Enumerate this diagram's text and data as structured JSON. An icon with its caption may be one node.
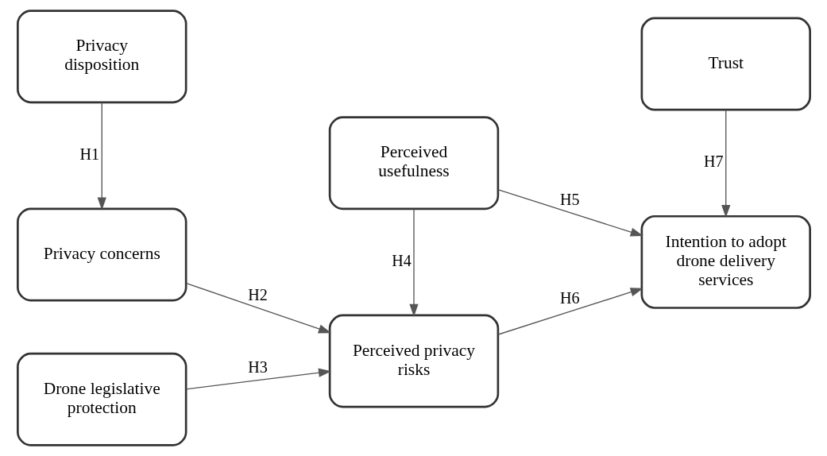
{
  "diagram": {
    "nodes": [
      {
        "text": [
          "Privacy disposition"
        ]
      },
      {
        "text": [
          "Privacy concerns"
        ]
      },
      {
        "text": [
          "Drone legislative protection"
        ]
      },
      {
        "text": [
          "Perceived privacy risks"
        ]
      },
      {
        "text": [
          "Perceived usefulness"
        ]
      },
      {
        "text": [
          "Trust"
        ]
      },
      {
        "text": [
          "Intention to adopt drone delivery services"
        ]
      }
    ],
    "edges": [
      {
        "from": 0,
        "to": 1,
        "arrow": "to",
        "label": "H1"
      },
      {
        "from": 1,
        "to": 3,
        "arrow": "to",
        "label": "H2"
      },
      {
        "from": 2,
        "to": 3,
        "arrow": "to",
        "label": "H3"
      },
      {
        "from": 4,
        "to": 3,
        "arrow": "to",
        "label": "H4"
      },
      {
        "from": 4,
        "to": 6,
        "arrow": "to",
        "label": "H5"
      },
      {
        "from": 3,
        "to": 6,
        "arrow": "to",
        "label": "H6"
      },
      {
        "from": 5,
        "to": 6,
        "arrow": "to",
        "label": "H7"
      }
    ]
  }
}
